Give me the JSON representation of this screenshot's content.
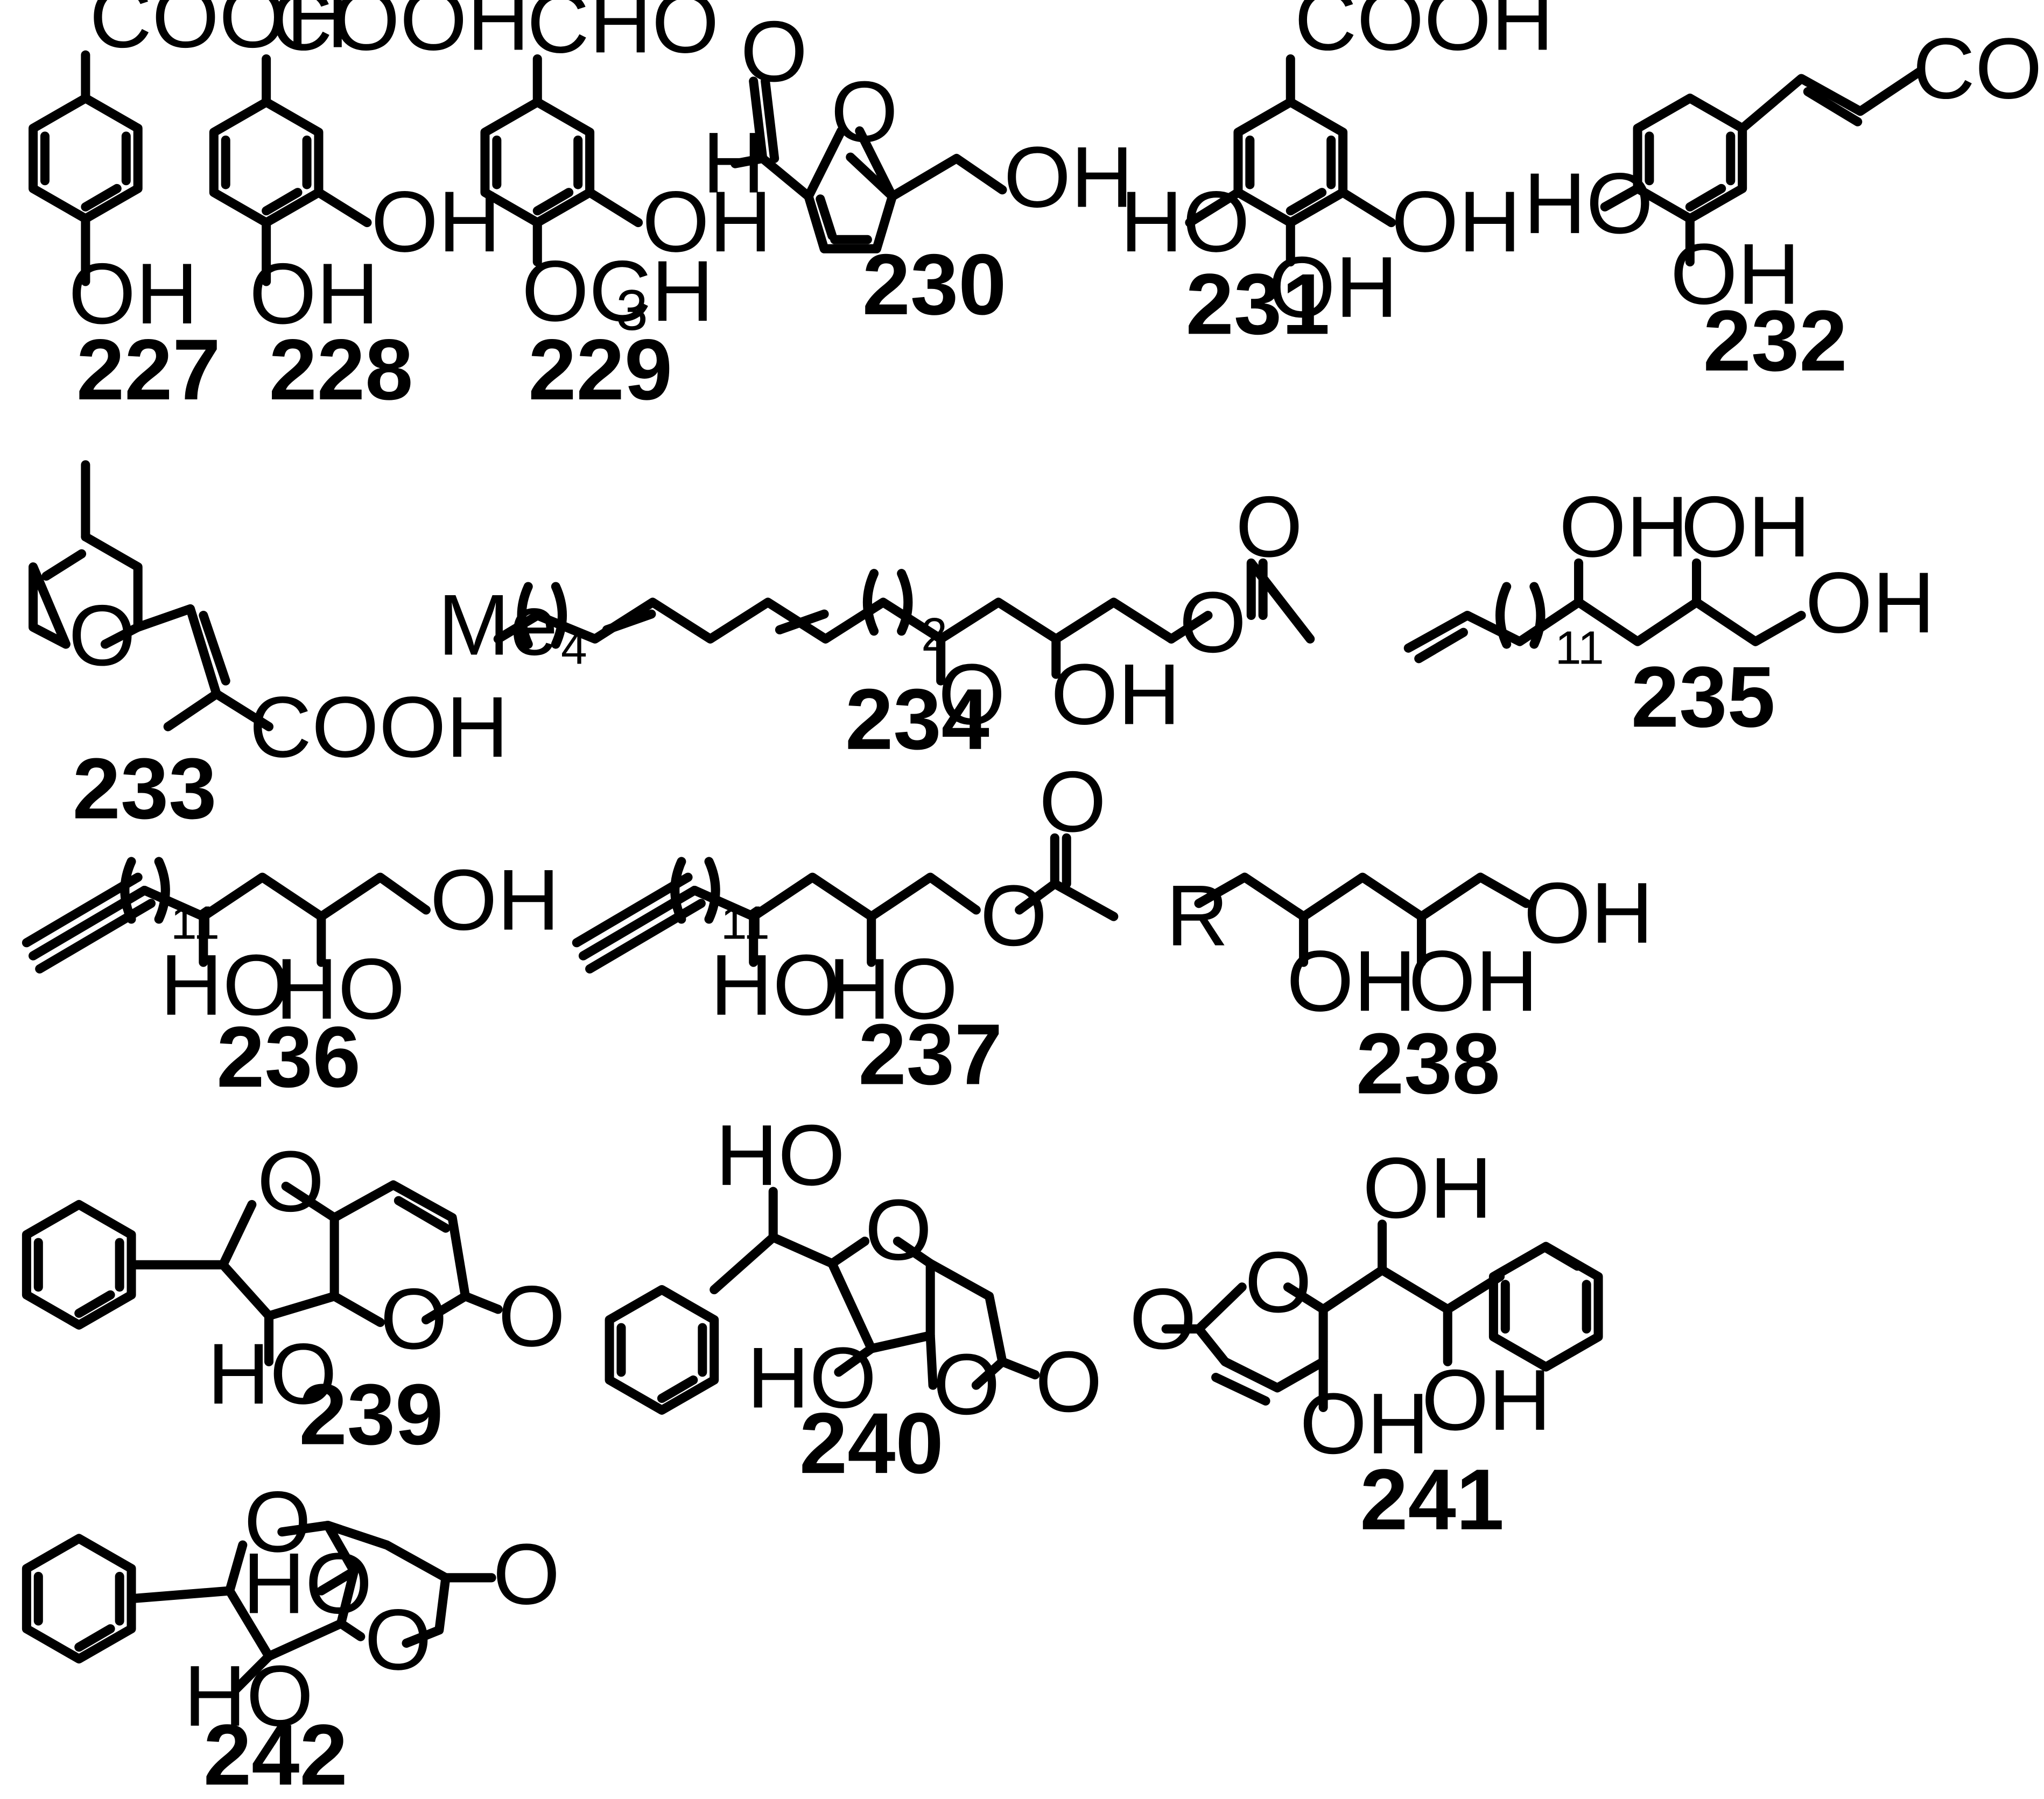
{
  "atoms": {
    "cooh": "COOH",
    "cho": "CHO",
    "oh": "OH",
    "ho": "HO",
    "o": "O",
    "h": "H",
    "och3": "OCH",
    "sub3": "3",
    "me": "Me",
    "r": "R"
  },
  "repeats": {
    "n4": "4",
    "n2": "2",
    "n11": "11"
  },
  "compounds": {
    "c227": "227",
    "c228": "228",
    "c229": "229",
    "c230": "230",
    "c231": "231",
    "c232": "232",
    "c233": "233",
    "c234": "234",
    "c235": "235",
    "c236": "236",
    "c237": "237",
    "c238": "238",
    "c239": "239",
    "c240": "240",
    "c241": "241",
    "c242": "242"
  }
}
